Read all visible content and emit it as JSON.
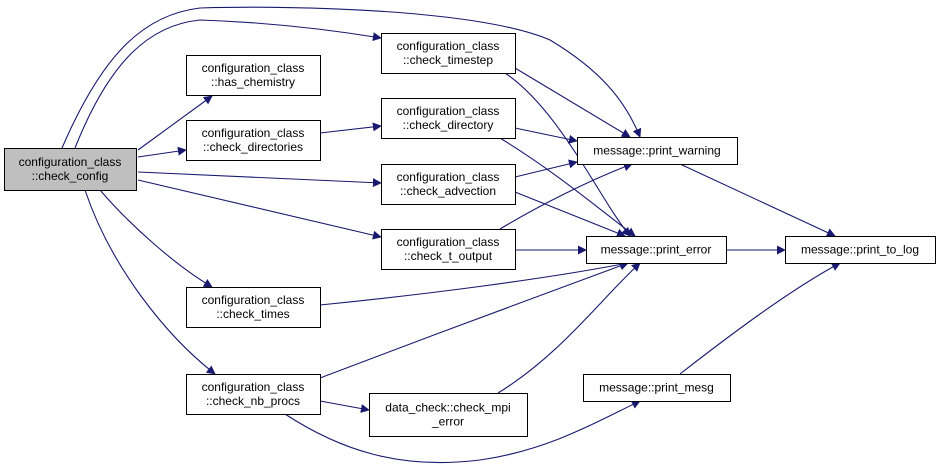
{
  "colors": {
    "edge": "#191970",
    "node_fill": "#ffffff",
    "root_fill": "#bfbfbf",
    "border": "#000000"
  },
  "nodes": {
    "check_config": {
      "lines": [
        "configuration_class",
        "::check_config"
      ],
      "root": true
    },
    "has_chemistry": {
      "lines": [
        "configuration_class",
        "::has_chemistry"
      ]
    },
    "check_directories": {
      "lines": [
        "configuration_class",
        "::check_directories"
      ]
    },
    "check_times": {
      "lines": [
        "configuration_class",
        "::check_times"
      ]
    },
    "check_nb_procs": {
      "lines": [
        "configuration_class",
        "::check_nb_procs"
      ]
    },
    "check_timestep": {
      "lines": [
        "configuration_class",
        "::check_timestep"
      ]
    },
    "check_directory": {
      "lines": [
        "configuration_class",
        "::check_directory"
      ]
    },
    "check_advection": {
      "lines": [
        "configuration_class",
        "::check_advection"
      ]
    },
    "check_t_output": {
      "lines": [
        "configuration_class",
        "::check_t_output"
      ]
    },
    "check_mpi_error": {
      "lines": [
        "data_check::check_mpi",
        "_error"
      ]
    },
    "print_warning": {
      "lines": [
        "message::print_warning"
      ]
    },
    "print_error": {
      "lines": [
        "message::print_error"
      ]
    },
    "print_mesg": {
      "lines": [
        "message::print_mesg"
      ]
    },
    "print_to_log": {
      "lines": [
        "message::print_to_log"
      ]
    }
  },
  "edges": [
    {
      "from": "check_config",
      "to": "has_chemistry"
    },
    {
      "from": "check_config",
      "to": "check_directories"
    },
    {
      "from": "check_config",
      "to": "check_times"
    },
    {
      "from": "check_config",
      "to": "check_nb_procs"
    },
    {
      "from": "check_config",
      "to": "check_timestep"
    },
    {
      "from": "check_config",
      "to": "print_warning"
    },
    {
      "from": "check_config",
      "to": "check_advection"
    },
    {
      "from": "check_config",
      "to": "check_t_output"
    },
    {
      "from": "check_directories",
      "to": "check_directory"
    },
    {
      "from": "check_timestep",
      "to": "print_warning"
    },
    {
      "from": "check_timestep",
      "to": "print_error"
    },
    {
      "from": "check_directory",
      "to": "print_warning"
    },
    {
      "from": "check_directory",
      "to": "print_error"
    },
    {
      "from": "check_advection",
      "to": "print_warning"
    },
    {
      "from": "check_advection",
      "to": "print_error"
    },
    {
      "from": "check_t_output",
      "to": "print_warning"
    },
    {
      "from": "check_t_output",
      "to": "print_error"
    },
    {
      "from": "check_times",
      "to": "print_error"
    },
    {
      "from": "check_nb_procs",
      "to": "print_error"
    },
    {
      "from": "check_nb_procs",
      "to": "check_mpi_error"
    },
    {
      "from": "check_nb_procs",
      "to": "print_mesg"
    },
    {
      "from": "check_mpi_error",
      "to": "print_error"
    },
    {
      "from": "print_warning",
      "to": "print_to_log"
    },
    {
      "from": "print_error",
      "to": "print_to_log"
    },
    {
      "from": "print_mesg",
      "to": "print_to_log"
    }
  ]
}
